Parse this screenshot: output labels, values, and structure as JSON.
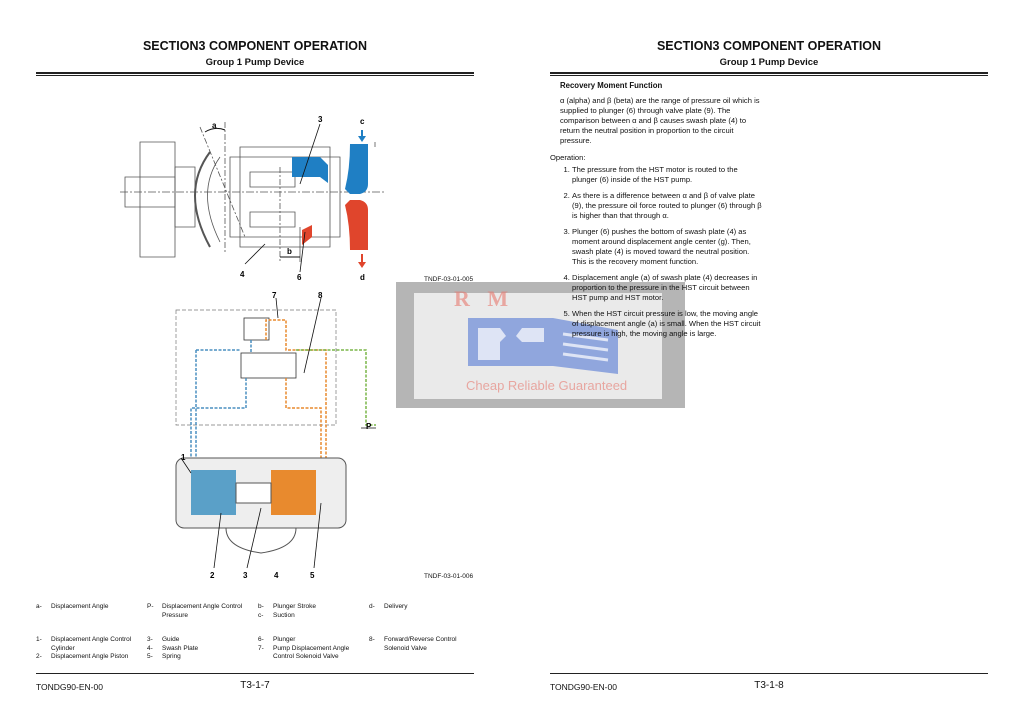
{
  "left_page": {
    "section_title": "SECTION3 COMPONENT OPERATION",
    "group_title": "Group 1 Pump Device",
    "figure1": {
      "code": "TNDF-03-01-005",
      "callouts": [
        "a",
        "3",
        "c",
        "4",
        "6",
        "b",
        "d"
      ]
    },
    "figure2": {
      "code": "TNDF-03-01-006",
      "callouts": [
        "7",
        "8",
        "P",
        "1",
        "2",
        "3",
        "4",
        "5"
      ]
    },
    "legend_top": [
      {
        "key": "a-",
        "text": "Displacement Angle"
      },
      {
        "key": "P-",
        "text": "Displacement Angle Control Pressure"
      },
      {
        "key": "b-",
        "text": "Plunger Stroke"
      },
      {
        "key": "c-",
        "text": "Suction"
      },
      {
        "key": "d-",
        "text": "Delivery"
      }
    ],
    "legend_bottom": [
      {
        "key": "1-",
        "text": "Displacement Angle Control Cylinder"
      },
      {
        "key": "2-",
        "text": "Displacement Angle Piston"
      },
      {
        "key": "3-",
        "text": "Guide"
      },
      {
        "key": "4-",
        "text": "Swash Plate"
      },
      {
        "key": "5-",
        "text": "Spring"
      },
      {
        "key": "6-",
        "text": "Plunger"
      },
      {
        "key": "7-",
        "text": "Pump Displacement Angle Control Solenoid Valve"
      },
      {
        "key": "8-",
        "text": "Forward/Reverse Control Solenoid Valve"
      }
    ],
    "footer_code": "TONDG90-EN-00",
    "page_number": "T3-1-7"
  },
  "right_page": {
    "section_title": "SECTION3 COMPONENT OPERATION",
    "group_title": "Group 1 Pump Device",
    "heading": "Recovery Moment Function",
    "intro": "α (alpha) and β (beta) are the range of pressure oil which is supplied to plunger (6) through valve plate (9). The comparison between α and β causes swash plate (4) to return the neutral position in proportion to the circuit pressure.",
    "operation_label": "Operation:",
    "steps": [
      "The pressure from the HST motor is routed to the plunger (6) inside of the HST pump.",
      "As there is a difference between α and β of valve plate (9), the pressure oil force routed to plunger (6) through β is higher than that through α.",
      "Plunger (6) pushes the bottom of swash plate (4) as moment around displacement angle center (g). Then, swash plate (4) is moved toward the neutral position. This is the recovery moment function.",
      "Displacement angle (a) of swash plate (4) decreases in proportion to the pressure in the HST circuit between HST pump and HST motor.",
      "When the HST circuit pressure is low, the moving angle of displacement angle (a) is small. When the HST circuit pressure is high, the moving angle is large."
    ],
    "footer_code": "TONDG90-EN-00",
    "page_number": "T3-1-8"
  },
  "watermark": {
    "logo_text": "R M",
    "tagline": "Cheap Reliable Guaranteed"
  },
  "colors": {
    "suction": "#1f7fc4",
    "delivery": "#e0452c",
    "pilot_orange": "#e88a2e",
    "pilot_blue": "#4a8fc0",
    "pilot_green": "#7ab648"
  }
}
